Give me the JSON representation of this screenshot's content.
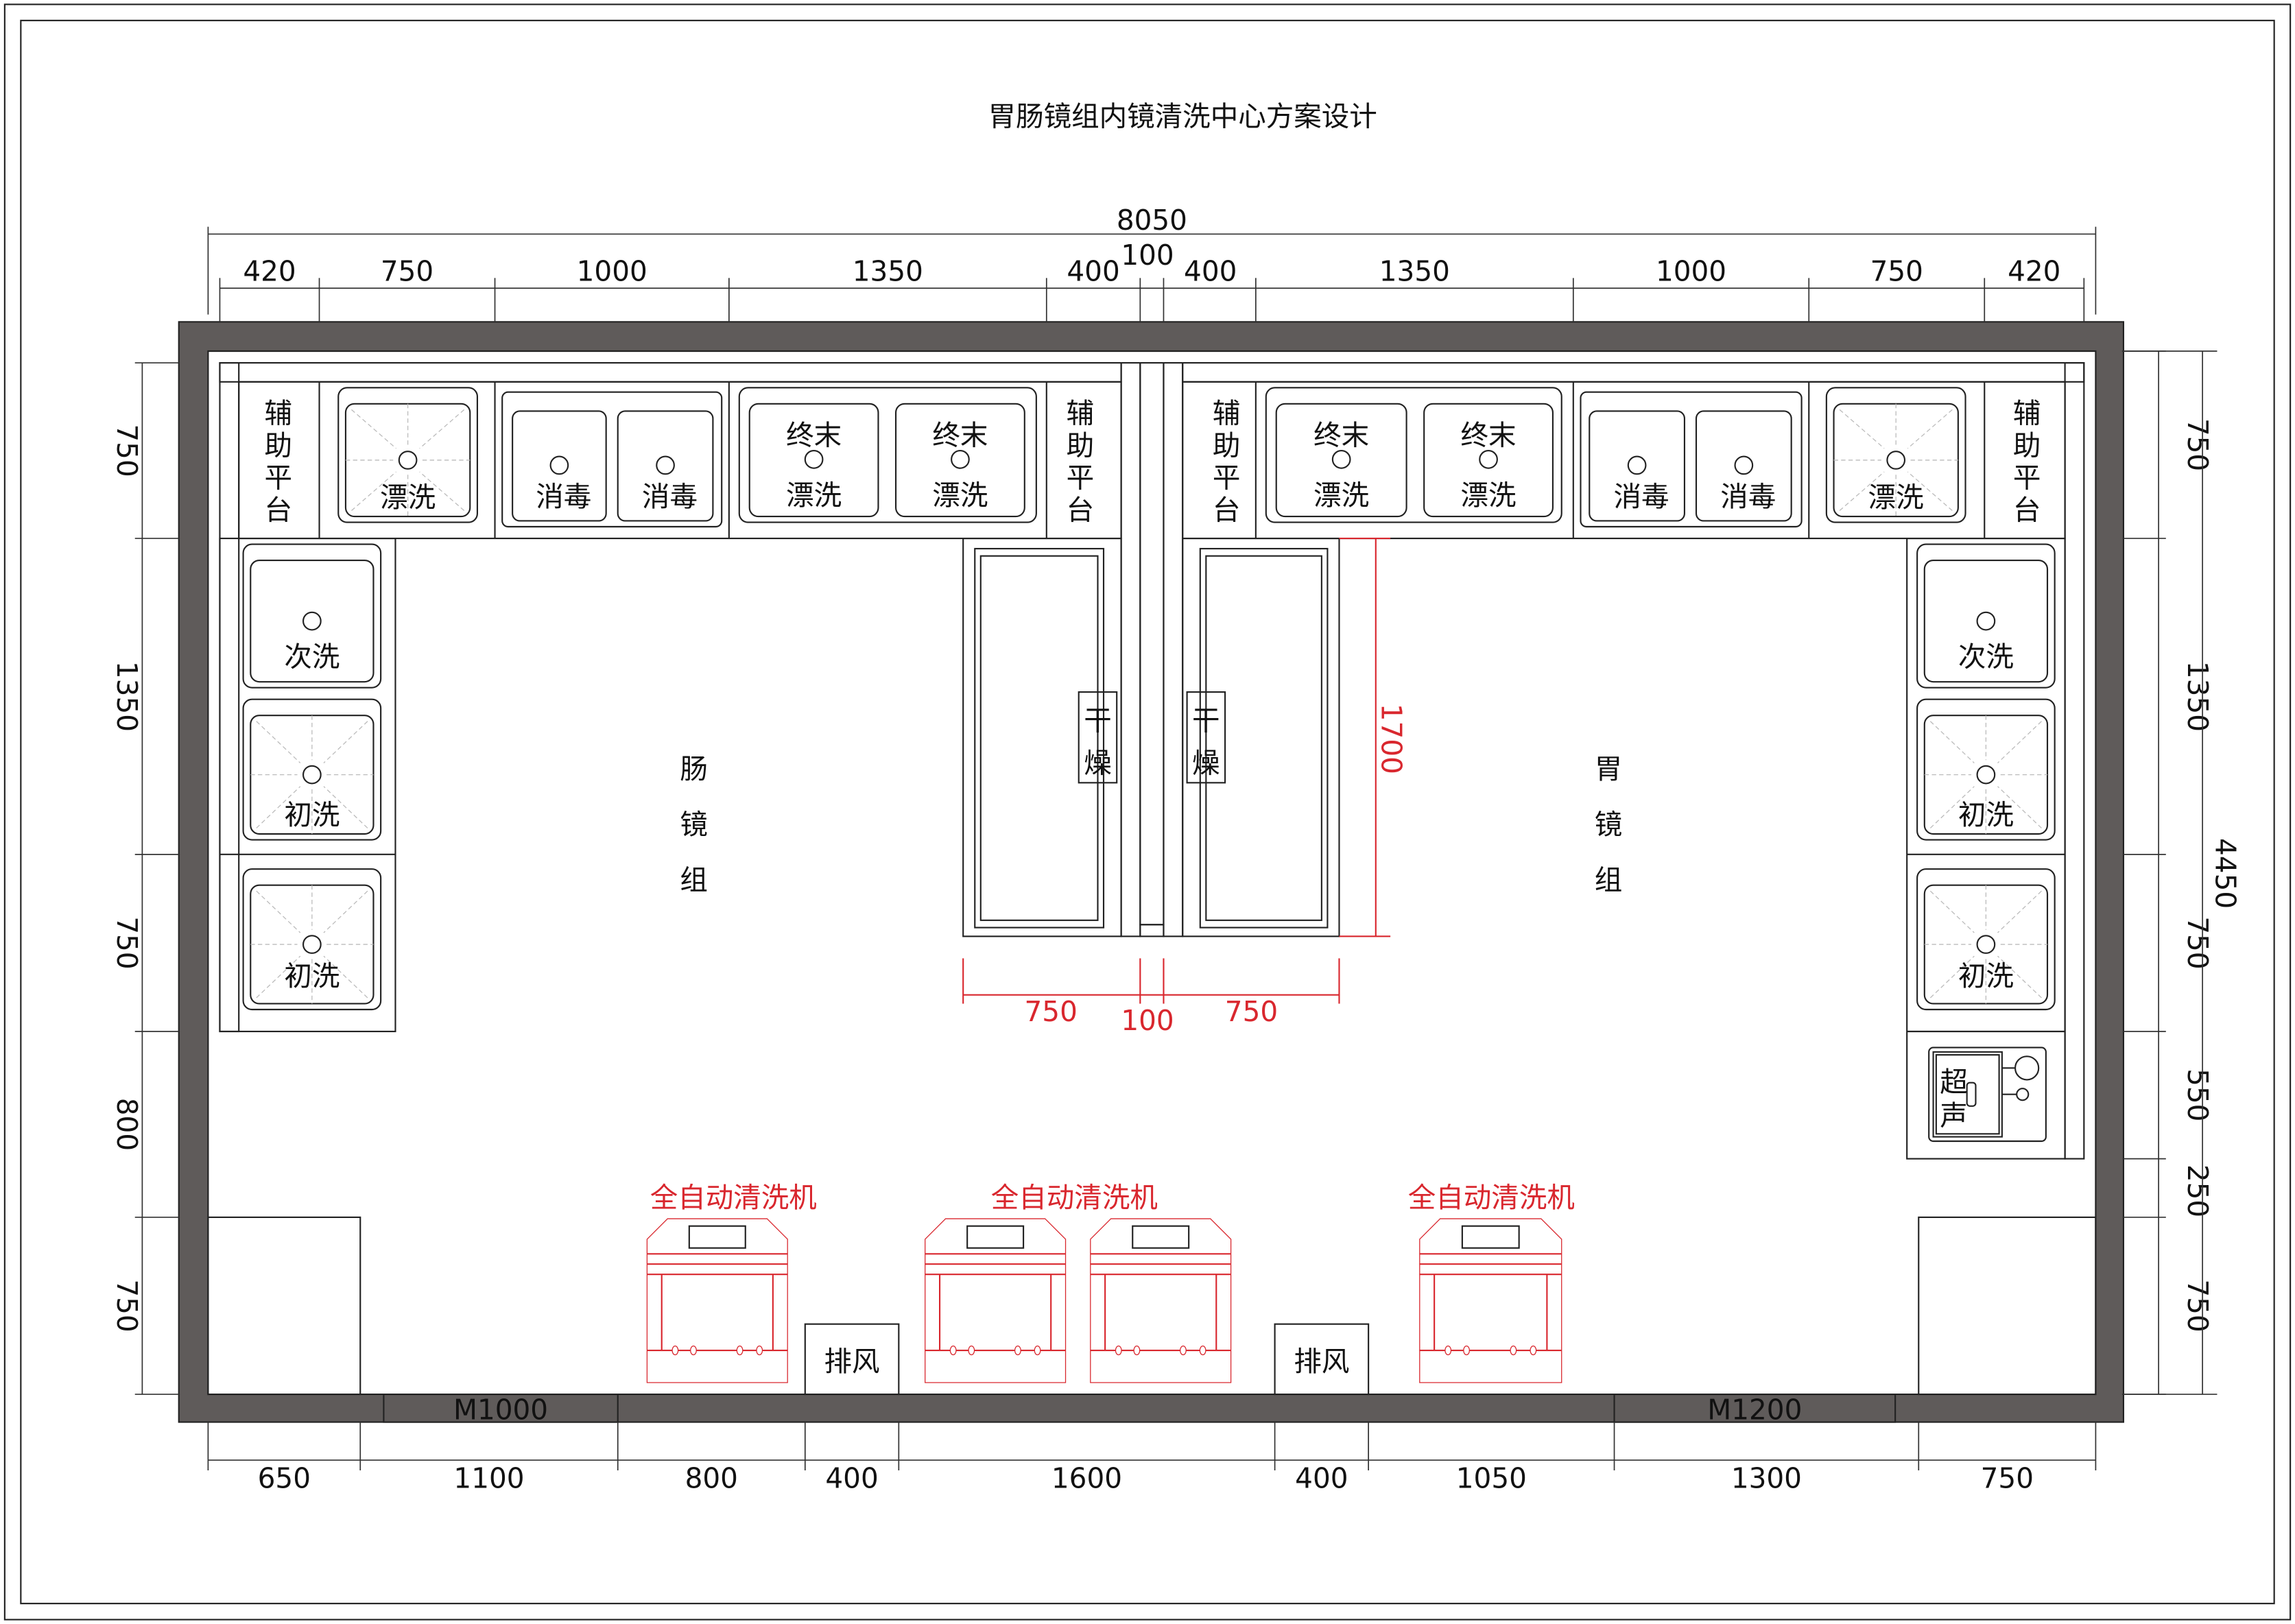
{
  "title": "胃肠镜组内镜清洗中心方案设计",
  "overall_width": "8050",
  "overall_depth": "4450",
  "top_dims": [
    "420",
    "750",
    "1000",
    "1350",
    "400",
    "100",
    "400",
    "1350",
    "1000",
    "750",
    "420"
  ],
  "left_dims": [
    "750",
    "1350",
    "750",
    "800",
    "750"
  ],
  "right_dims": [
    "750",
    "1350",
    "750",
    "550",
    "250",
    "750"
  ],
  "bottom_dims": [
    "650",
    "1100",
    "800",
    "400",
    "1600",
    "400",
    "1050",
    "1300",
    "750"
  ],
  "rooms": {
    "left": [
      "肠",
      "镜",
      "组"
    ],
    "right": [
      "胃",
      "镜",
      "组"
    ]
  },
  "labels": {
    "aux": [
      "辅",
      "助",
      "平",
      "台"
    ],
    "rinse": "漂洗",
    "disinfect": "消毒",
    "final_top": "终末",
    "final_bottom": "漂洗",
    "second_wash": "次洗",
    "first_wash": "初洗",
    "ultrasonic": [
      "超",
      "声"
    ],
    "dry": [
      "干",
      "燥"
    ]
  },
  "doors": [
    "M1000",
    "M1200"
  ],
  "exhaust": "排风",
  "machine_label": "全自动清洗机",
  "dryer_dims": {
    "height": "1700",
    "left": "750",
    "gap": "100",
    "right": "750"
  },
  "colors": {
    "wall": "#5f5b5a",
    "counter": "#00923f",
    "accent": "#d9272e",
    "divider": "#c0c0c0"
  }
}
